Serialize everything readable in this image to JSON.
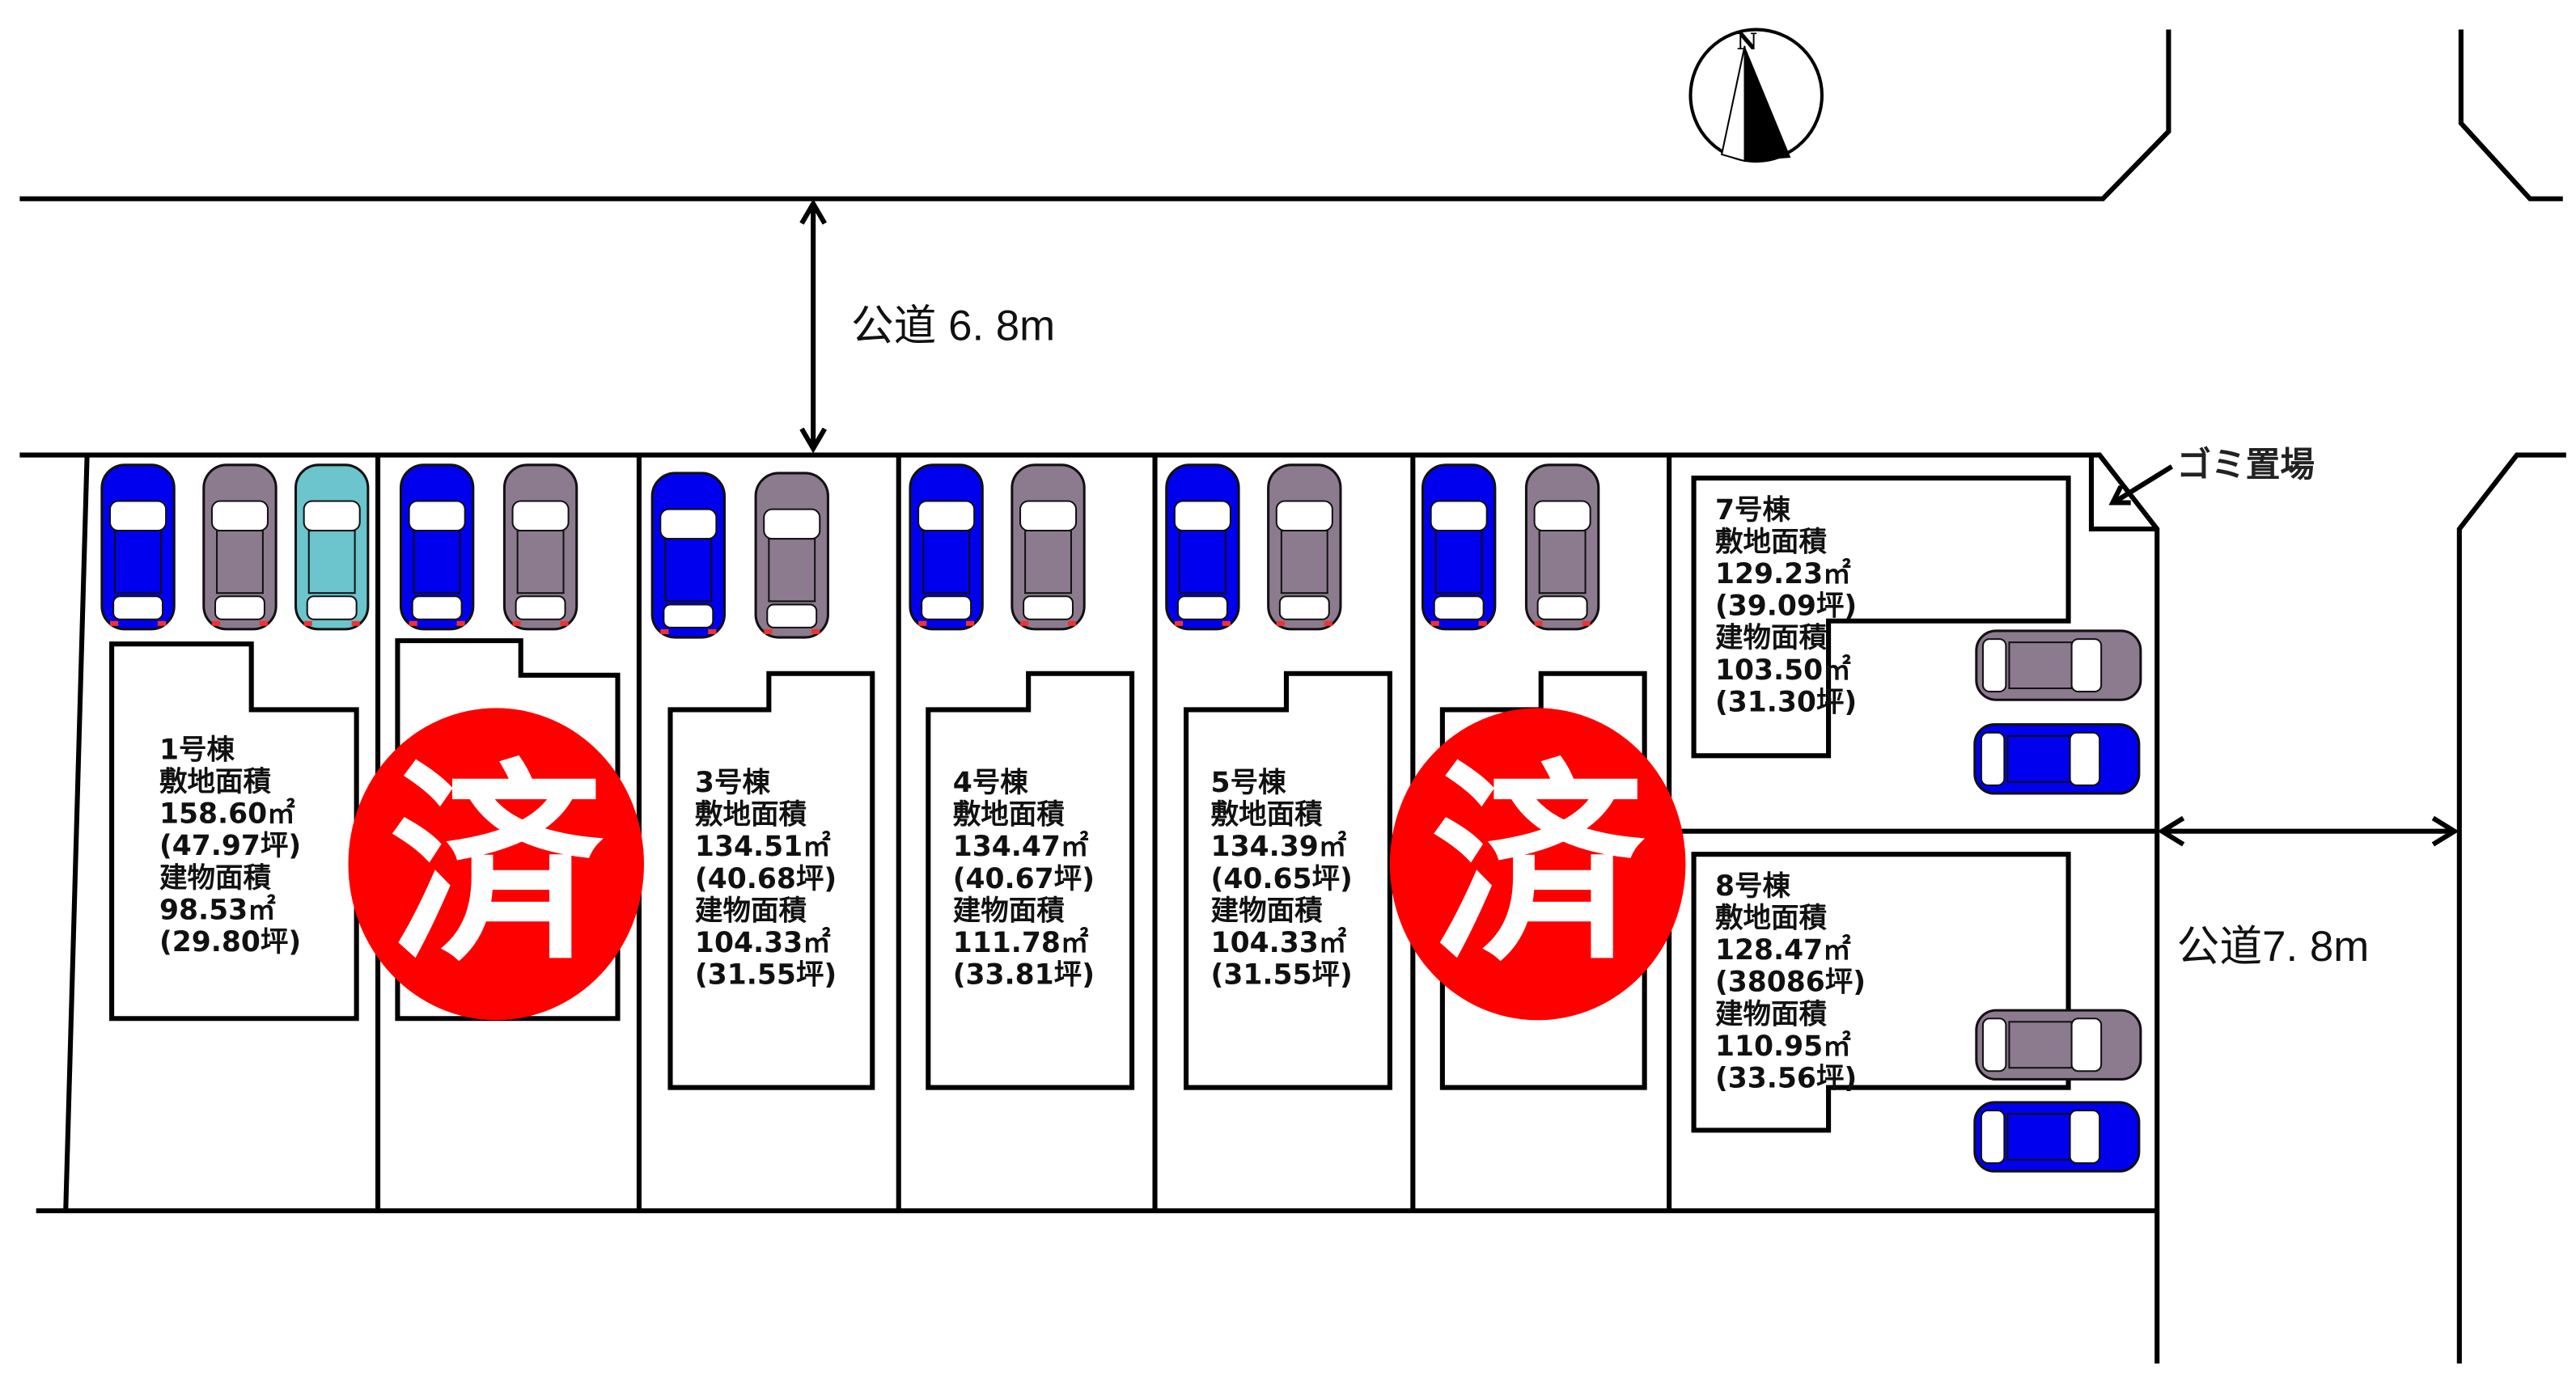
{
  "compass": {
    "label": "N"
  },
  "roads": {
    "north": "公道  6. 8m",
    "east": "公道7. 8m"
  },
  "garbage": {
    "label": "ゴミ置場"
  },
  "sold_mark": "済",
  "colors": {
    "sold": "#ff0000",
    "car_blue": "#0000ee",
    "car_gray": "#8c7b8e",
    "car_teal": "#6cc4cc"
  },
  "lots": [
    {
      "id": "1",
      "title": "1号棟",
      "site_label": "敷地面積",
      "site_area": "158.60㎡",
      "site_tsubo": "(47.97坪)",
      "bldg_label": "建物面積",
      "bldg_area": "98.53㎡",
      "bldg_tsubo": "(29.80坪)",
      "sold": false
    },
    {
      "id": "2",
      "sold": true
    },
    {
      "id": "3",
      "title": "3号棟",
      "site_label": "敷地面積",
      "site_area": "134.51㎡",
      "site_tsubo": "(40.68坪)",
      "bldg_label": "建物面積",
      "bldg_area": "104.33㎡",
      "bldg_tsubo": "(31.55坪)",
      "sold": false
    },
    {
      "id": "4",
      "title": "4号棟",
      "site_label": "敷地面積",
      "site_area": "134.47㎡",
      "site_tsubo": "(40.67坪)",
      "bldg_label": "建物面積",
      "bldg_area": "111.78㎡",
      "bldg_tsubo": "(33.81坪)",
      "sold": false
    },
    {
      "id": "5",
      "title": "5号棟",
      "site_label": "敷地面積",
      "site_area": "134.39㎡",
      "site_tsubo": "(40.65坪)",
      "bldg_label": "建物面積",
      "bldg_area": "104.33㎡",
      "bldg_tsubo": "(31.55坪)",
      "sold": false
    },
    {
      "id": "6",
      "sold": true
    },
    {
      "id": "7",
      "title": "7号棟",
      "site_label": "敷地面積",
      "site_area": "129.23㎡",
      "site_tsubo": "(39.09坪)",
      "bldg_label": "建物面積",
      "bldg_area": "103.50㎡",
      "bldg_tsubo": "(31.30坪)",
      "sold": false
    },
    {
      "id": "8",
      "title": "8号棟",
      "site_label": "敷地面積",
      "site_area": "128.47㎡",
      "site_tsubo": "(38086坪)",
      "bldg_label": "建物面積",
      "bldg_area": "110.95㎡",
      "bldg_tsubo": "(33.56坪)",
      "sold": false
    }
  ]
}
